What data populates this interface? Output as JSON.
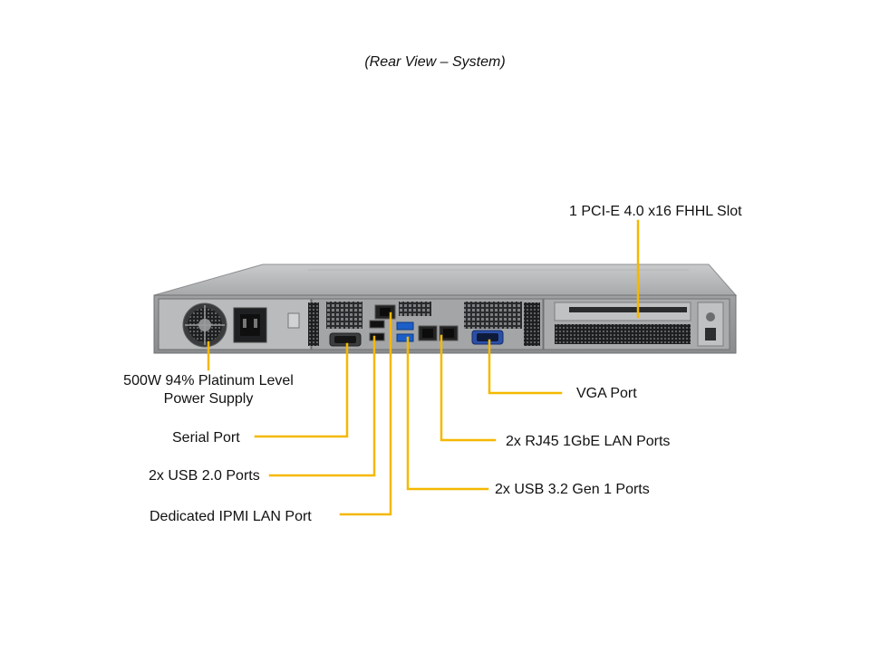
{
  "title": "(Rear View – System)",
  "leader_color": "#f5b800",
  "callouts": {
    "pcie": "1 PCI-E 4.0 x16 FHHL Slot",
    "psu_line1": "500W 94% Platinum  Level",
    "psu_line2": "Power Supply",
    "serial": "Serial Port",
    "usb2": "2x USB 2.0 Ports",
    "ipmi": "Dedicated IPMI  LAN Port",
    "vga": "VGA Port",
    "rj45": "2x RJ45  1GbE LAN Ports",
    "usb3": "2x USB 3.2 Gen  1 Ports"
  }
}
